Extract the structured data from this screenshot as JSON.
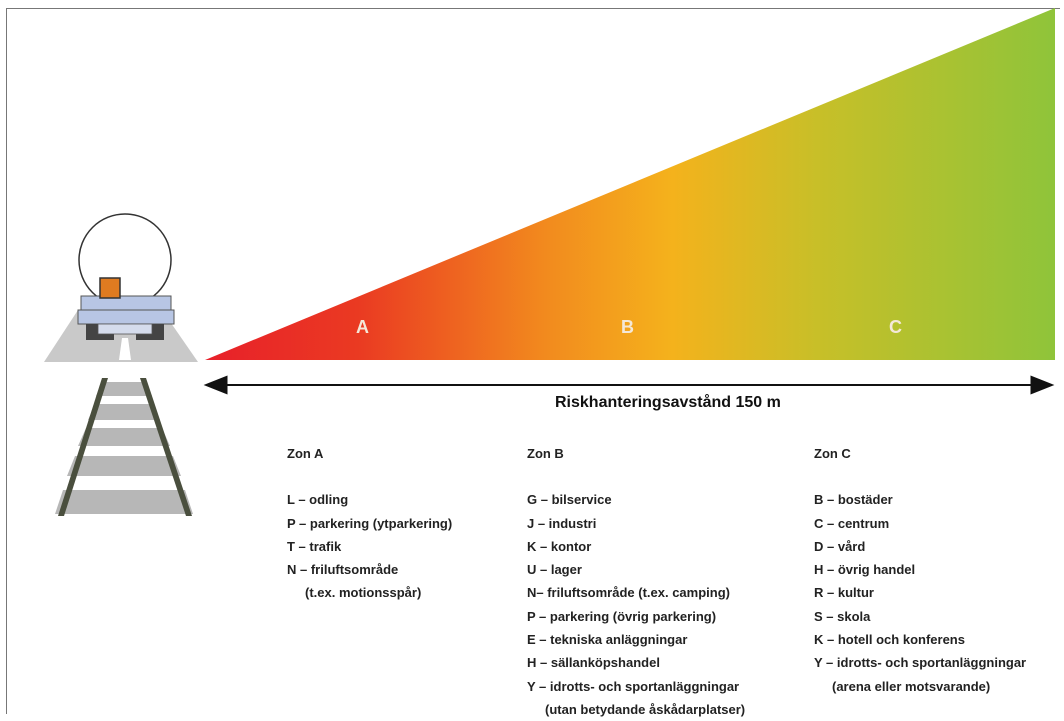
{
  "distance_label": "Riskhanteringsavstånd 150 m",
  "triangle_labels": [
    "A",
    "B",
    "C"
  ],
  "colors": {
    "zone_a": "#e8202a",
    "zone_b": "#f4b21c",
    "zone_c": "#8fc43a",
    "label": "#f4e8d8"
  },
  "icons": [
    "tanker-truck-icon",
    "railway-track-icon"
  ],
  "zones": [
    {
      "title": "Zon A",
      "items": [
        "L – odling",
        "P – parkering (ytparkering)",
        "T – trafik",
        "N – friluftsområde",
        "(t.ex. motionsspår)"
      ]
    },
    {
      "title": "Zon B",
      "items": [
        "G – bilservice",
        "J – industri",
        "K – kontor",
        "U – lager",
        "N– friluftsområde (t.ex. camping)",
        "P – parkering (övrig parkering)",
        "E – tekniska anläggningar",
        "H – sällanköpshandel",
        "Y – idrotts- och sportanläggningar",
        "(utan betydande åskådarplatser)"
      ]
    },
    {
      "title": "Zon C",
      "items": [
        "B – bostäder",
        "C – centrum",
        "D – vård",
        "H – övrig handel",
        "R – kultur",
        "S – skola",
        "K – hotell och konferens",
        "Y – idrotts- och sportanläggningar",
        "(arena eller motsvarande)"
      ]
    }
  ]
}
